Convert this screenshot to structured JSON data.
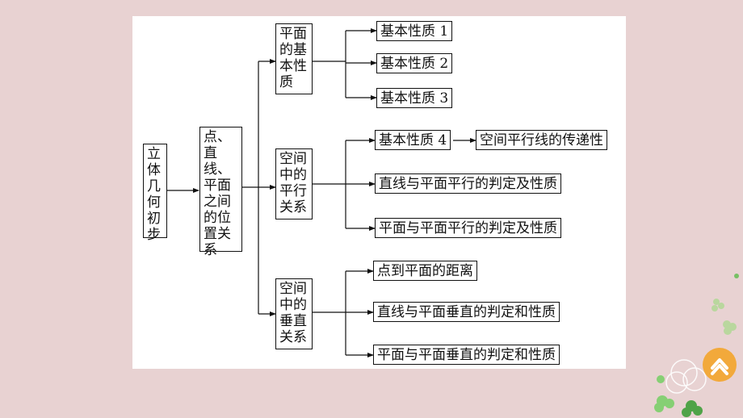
{
  "diagram": {
    "root": "立体几何初步",
    "level1": "点、直线、平面之间的位置关系",
    "groups": [
      {
        "label": "平面的基本性质",
        "items": [
          "基本性质 1",
          "基本性质 2",
          "基本性质 3"
        ]
      },
      {
        "label": "空间中的平行关系",
        "items": [
          "基本性质 4",
          "直线与平面平行的判定及性质",
          "平面与平面平行的判定及性质"
        ],
        "extra": "空间平行线的传递性"
      },
      {
        "label": "空间中的垂直关系",
        "items": [
          "点到平面的距离",
          "直线与平面垂直的判定和性质",
          "平面与平面垂直的判定和性质"
        ]
      }
    ]
  },
  "decoration": {
    "home_icon": "chevron-up-icon",
    "accent_color": "#f2a93b",
    "flower_icon": "flower-icon"
  }
}
